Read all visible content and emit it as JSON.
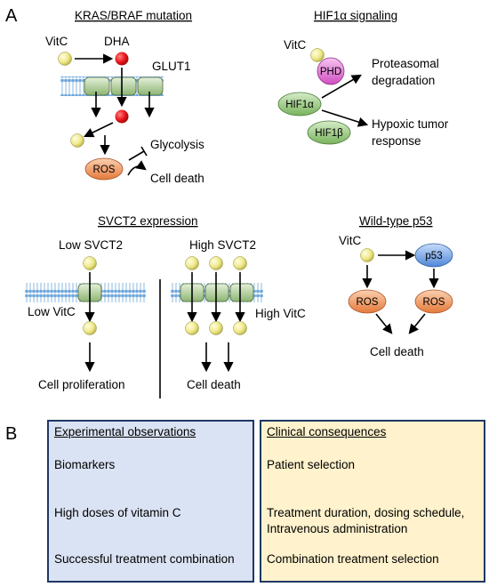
{
  "colors": {
    "ascorbate": "#efe98a",
    "dha": "#e8141a",
    "transporter": "#a8c98c",
    "membrane": "#6fa8dc",
    "ros": "#f08a4b",
    "phd": "#e36fd6",
    "hif": "#8cc474",
    "p53": "#6d9eeb",
    "box_left": "#dae3f3",
    "box_right": "#fff2cc",
    "box_border": "#1f3864"
  },
  "icons": [
    "ascorbate-ball-icon",
    "dha-ball-icon",
    "glut1-transporter-icon",
    "svct2-transporter-icon",
    "lipid-bilayer-icon",
    "inhibition-arrow-icon"
  ],
  "panel_a": {
    "letter": "A",
    "kras": {
      "title": "KRAS/BRAF mutation",
      "vitc": "VitC",
      "dha": "DHA",
      "glut1": "GLUT1",
      "ros": "ROS",
      "glycolysis": "Glycolysis",
      "cell_death": "Cell death"
    },
    "hif": {
      "title": "HIF1α signaling",
      "vitc": "VitC",
      "phd": "PHD",
      "hif1a": "HIF1α",
      "hif1b": "HIF1β",
      "proteasomal_line1": "Proteasomal",
      "proteasomal_line2": "degradation",
      "hypoxic_line1": "Hypoxic tumor",
      "hypoxic_line2": "response"
    },
    "svct2": {
      "title": "SVCT2 expression",
      "low_label": "Low SVCT2",
      "high_label": "High SVCT2",
      "low_vitc": "Low VitC",
      "high_vitc": "High VitC",
      "proliferation": "Cell proliferation",
      "cell_death": "Cell death"
    },
    "p53": {
      "title": "Wild-type p53",
      "vitc": "VitC",
      "p53": "p53",
      "ros_left": "ROS",
      "ros_right": "ROS",
      "cell_death": "Cell death"
    }
  },
  "panel_b": {
    "letter": "B",
    "left": {
      "header": "Experimental observations",
      "rows": [
        "Biomarkers",
        "High doses of vitamin C",
        "Successful treatment combination"
      ]
    },
    "right": {
      "header": "Clinical consequences",
      "rows": [
        "Patient selection",
        "Treatment duration, dosing schedule,",
        "Intravenous administration",
        "Combination treatment selection"
      ]
    }
  }
}
